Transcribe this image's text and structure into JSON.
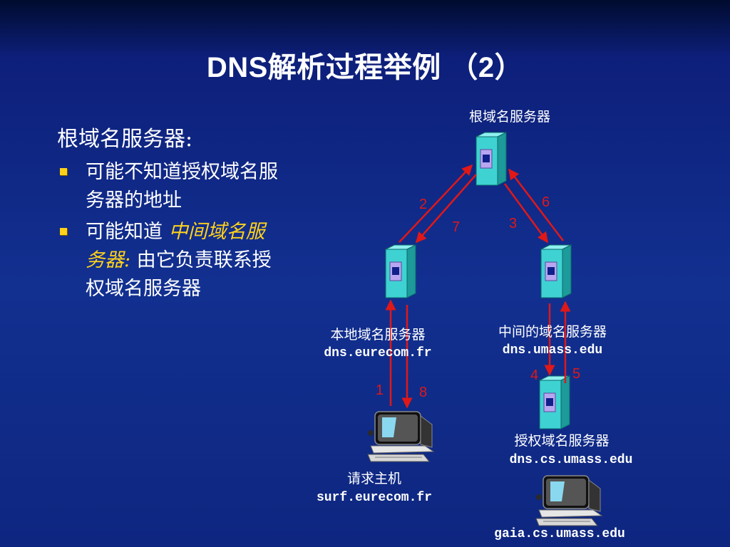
{
  "title": "DNS解析过程举例 （2）",
  "left": {
    "heading": "根域名服务器:",
    "bullets": [
      {
        "text": "可能不知道授权域名服务器的地址"
      },
      {
        "prefix": "可能知道 ",
        "em": "中间域名服务器:",
        "suffix": " 由它负责联系授权域名服务器"
      }
    ]
  },
  "nodes": {
    "root": {
      "label": "根域名服务器"
    },
    "local": {
      "label": "本地域名服务器",
      "host": "dns.eurecom.fr"
    },
    "intermediate": {
      "label": "中间的域名服务器",
      "host": "dns.umass.edu"
    },
    "authoritative": {
      "label": "授权域名服务器",
      "host": "dns.cs.umass.edu"
    },
    "requester": {
      "label": "请求主机",
      "host": "surf.eurecom.fr"
    },
    "target": {
      "host": "gaia.cs.umass.edu"
    }
  },
  "steps": [
    "1",
    "2",
    "3",
    "4",
    "5",
    "6",
    "7",
    "8"
  ],
  "colors": {
    "arrow": "#e01818",
    "server": "#3fd2d2",
    "bullet": "#ffd21a",
    "emphasis": "#ffd21a"
  }
}
